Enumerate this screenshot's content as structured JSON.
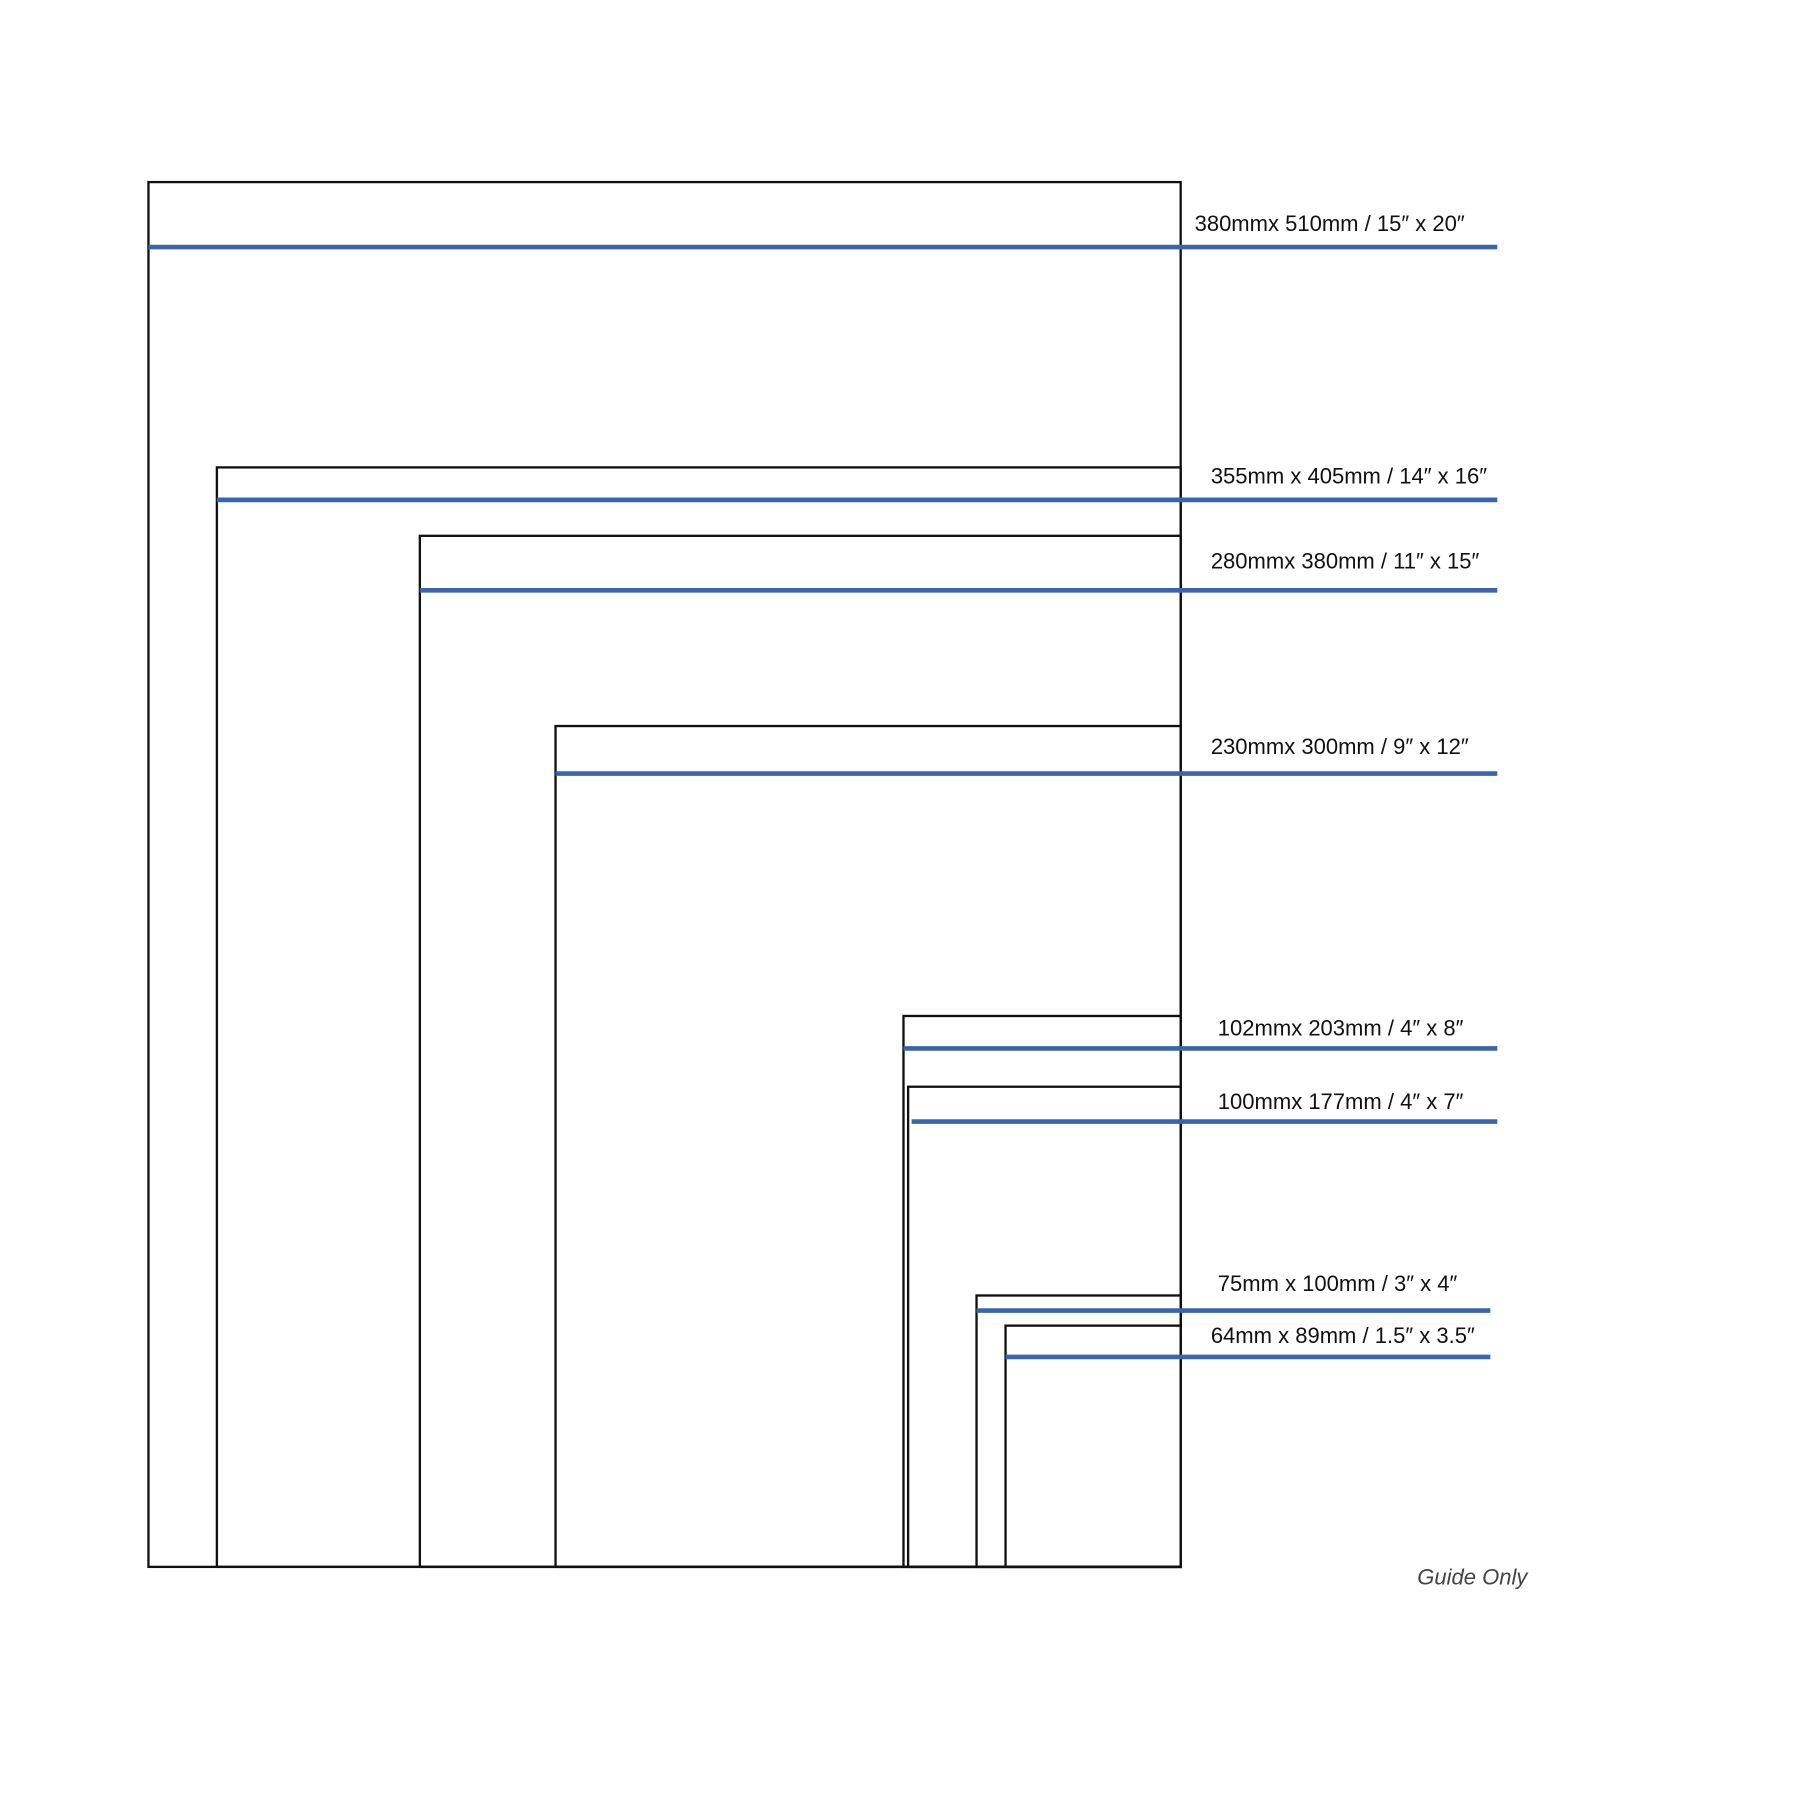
{
  "sizes": [
    {
      "label": "380mmx 510mm / 15″ x 20″"
    },
    {
      "label": "355mm x 405mm / 14″ x 16″"
    },
    {
      "label": "280mmx 380mm / 11″ x 15″"
    },
    {
      "label": "230mmx 300mm / 9″ x 12″"
    },
    {
      "label": "102mmx 203mm / 4″ x 8″"
    },
    {
      "label": "100mmx 177mm / 4″ x 7″"
    },
    {
      "label": "75mm x 100mm / 3″ x 4″"
    },
    {
      "label": "64mm x  89mm / 1.5″ x 3.5″"
    }
  ],
  "note": "Guide Only",
  "colors": {
    "outline": "#111111",
    "marker": "#3a64ad"
  }
}
